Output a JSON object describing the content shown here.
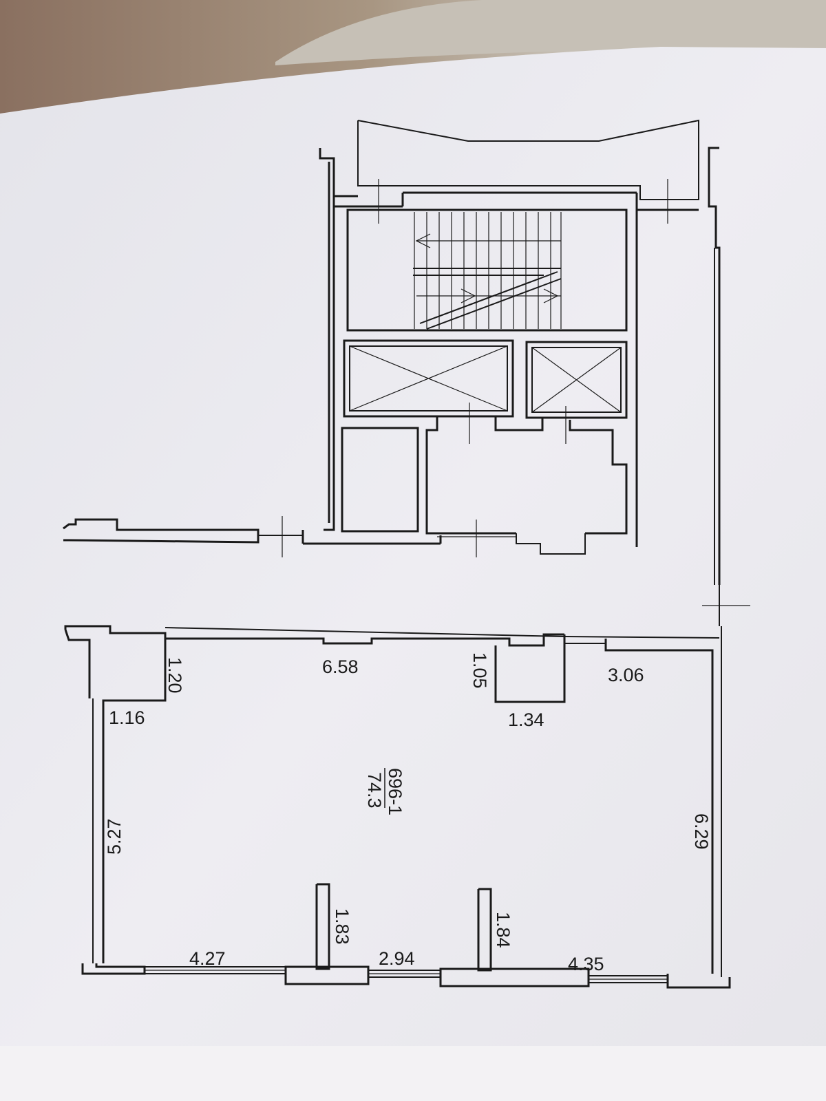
{
  "plan": {
    "room_id": "696-1",
    "room_area": "74.3",
    "dimensions": {
      "d_1_20": "1.20",
      "d_6_58": "6.58",
      "d_1_05": "1.05",
      "d_3_06": "3.06",
      "d_1_16": "1.16",
      "d_1_34": "1.34",
      "d_5_27": "5.27",
      "d_6_29": "6.29",
      "d_1_83": "1.83",
      "d_1_84": "1.84",
      "d_4_27": "4.27",
      "d_2_94": "2.94",
      "d_4_35": "4.35"
    }
  },
  "colors": {
    "paper": "#efeef2",
    "ink": "#1a1a1a",
    "fabric": "#c9c3b9",
    "wood": "#8a7060"
  }
}
